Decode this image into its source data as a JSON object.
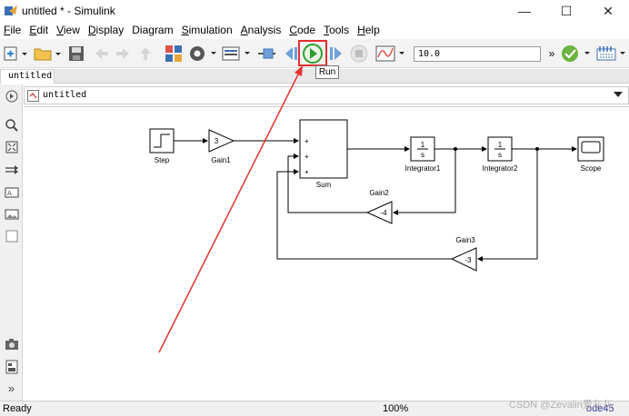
{
  "window": {
    "title": "untitled * - Simulink",
    "controls": {
      "minimize": "—",
      "maximize": "☐",
      "close": "✕"
    }
  },
  "menu": {
    "items": [
      {
        "label": "File",
        "key": "F"
      },
      {
        "label": "Edit",
        "key": "E"
      },
      {
        "label": "View",
        "key": "V"
      },
      {
        "label": "Display",
        "key": "D"
      },
      {
        "label": "Diagram",
        "key": "g"
      },
      {
        "label": "Simulation",
        "key": "S"
      },
      {
        "label": "Analysis",
        "key": "A"
      },
      {
        "label": "Code",
        "key": "C"
      },
      {
        "label": "Tools",
        "key": "T"
      },
      {
        "label": "Help",
        "key": "H"
      }
    ]
  },
  "toolbar": {
    "stop_time": "10.0",
    "run_tooltip": "Run",
    "overflow": "»"
  },
  "tabs": {
    "active": "untitled"
  },
  "address": {
    "path": "untitled"
  },
  "diagram": {
    "blocks": {
      "step": "Step",
      "gain1": "Gain1",
      "gain1_value": "3",
      "sum": "Sum",
      "sum_signs": [
        "+",
        "+",
        "+"
      ],
      "integrator1": "Integrator1",
      "integrator2": "Integrator2",
      "integrator_num": "1",
      "integrator_den": "s",
      "scope": "Scope",
      "gain2": "Gain2",
      "gain2_value": "-4",
      "gain3": "Gain3",
      "gain3_value": "-3"
    }
  },
  "status": {
    "left": "Ready",
    "zoom": "100%",
    "solver": "ode45"
  },
  "watermark": "CSDN @Zevalin爱灰灰",
  "colors": {
    "highlight_red": "#e53030",
    "run_green": "#2e9e2e"
  },
  "icons": {
    "palette": [
      "hide-browser-icon",
      "zoom-icon",
      "fit-view-icon",
      "signal-arrow-icon",
      "annotation-icon",
      "image-icon",
      "area-icon",
      "screenshot-icon",
      "model-browser-icon",
      "more-icon"
    ]
  }
}
